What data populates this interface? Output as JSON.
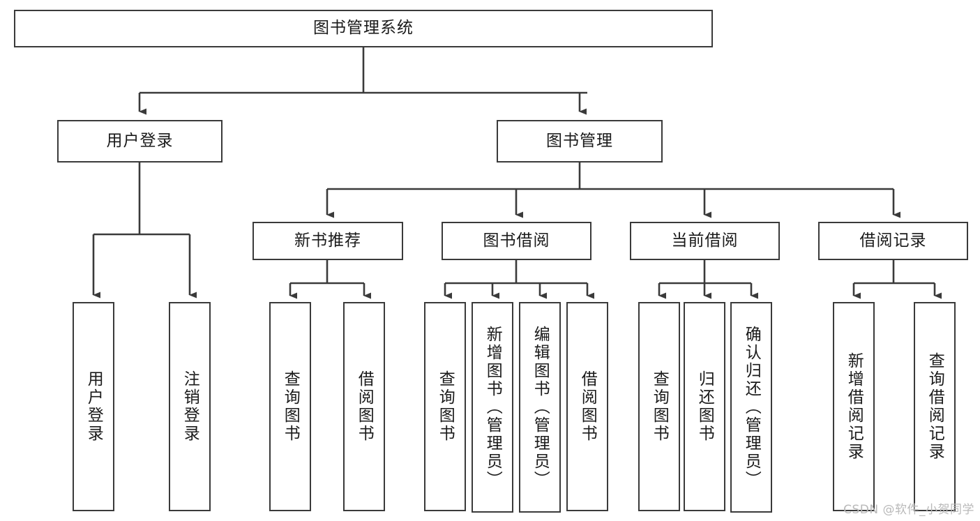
{
  "diagram": {
    "title": "图书管理系统",
    "stroke_color": "#3a3a3a",
    "fill_color": "#ffffff",
    "text_color": "#1a1a1a",
    "root": {
      "label": "图书管理系统"
    },
    "level2": [
      {
        "label": "用户登录"
      },
      {
        "label": "图书管理"
      }
    ],
    "level3": [
      {
        "label": "新书推荐"
      },
      {
        "label": "图书借阅"
      },
      {
        "label": "当前借阅"
      },
      {
        "label": "借阅记录"
      }
    ],
    "leaves": {
      "user_login": [
        {
          "label": "用户登录"
        },
        {
          "label": "注销登录"
        }
      ],
      "new_book_recommend": [
        {
          "label": "查询图书"
        },
        {
          "label": "借阅图书"
        }
      ],
      "book_borrow": [
        {
          "label": "查询图书"
        },
        {
          "label": "新增图书（管理员）"
        },
        {
          "label": "编辑图书（管理员）"
        },
        {
          "label": "借阅图书"
        }
      ],
      "current_borrow": [
        {
          "label": "查询图书"
        },
        {
          "label": "归还图书"
        },
        {
          "label": "确认归还（管理员）"
        }
      ],
      "borrow_record": [
        {
          "label": "新增借阅记录"
        },
        {
          "label": "查询借阅记录"
        }
      ]
    }
  },
  "watermark": {
    "text": "CSDN @软件_小贺同学"
  }
}
